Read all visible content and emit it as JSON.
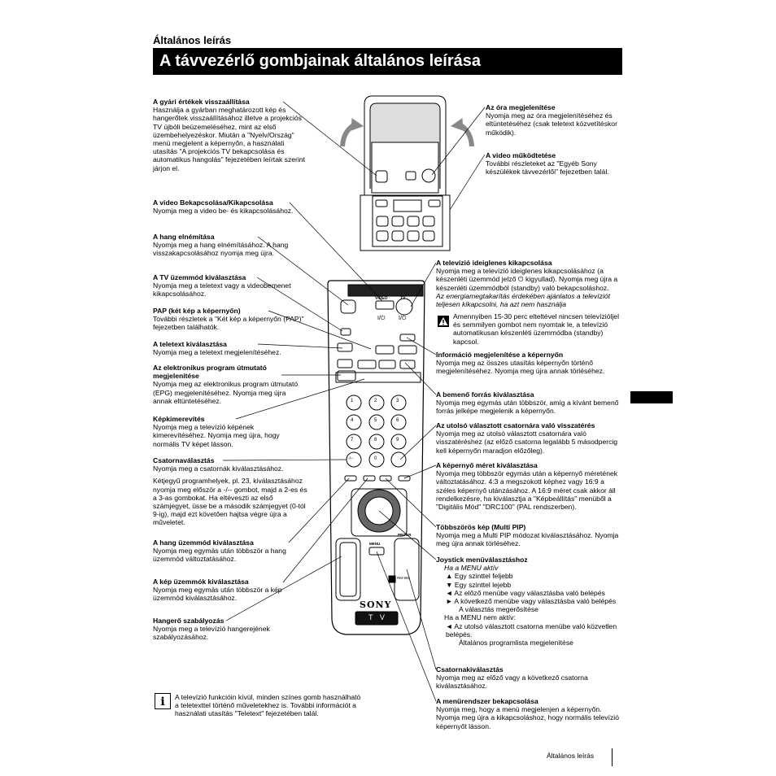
{
  "header": {
    "section": "Általános leírás",
    "banner": "A távvezérlő gombjainak általános leírása"
  },
  "left": [
    {
      "title": "A gyári értékek visszaállítása",
      "body": "Használja a gyárban meghatározott kép és hangerőtek visszaállításához illetve a projekciós TV újbóli beüzemeléséhez, mint az első üzembehelyezéskor. Miután a \"Nyelv/Ország\" menü megjelent a képernyőn, a használati utasítás \"A projekciós TV bekapcsolása és automatikus hangolás\" fejezetében leírtak szerint járjon el."
    },
    {
      "title": "A video Bekapcsolása/Kikapcsolása",
      "body": "Nyomja meg a video be- és kikapcsolásához."
    },
    {
      "title": "A hang elnémítása",
      "body": "Nyomja meg a hang elnémításához. A hang visszakapcsolásához nyomja meg újra."
    },
    {
      "title": "A TV üzemmód kiválasztása",
      "body": "Nyomja meg a teletext vagy a videobemenet kikapcsolásához."
    },
    {
      "title": "PAP (két kép a képernyőn)",
      "body": "További részletek a \"Két kép a képernyőn (PAP)\" fejezetben találhatók."
    },
    {
      "title": "A teletext kiválasztása",
      "body": "Nyomja meg a teletext megjelenítéséhez."
    },
    {
      "title": "Az elektronikus program útmutató megjelenítése",
      "body": "Nyomja meg az elektronikus program útmutató (EPG) megjelenítéséhez. Nyomja meg újra annak eltüntetéséhez."
    },
    {
      "title": "Képkimerevítés",
      "body": "Nyomja meg a televízió képének kimerevítéséhez. Nyomja meg újra, hogy normális TV képet lásson."
    },
    {
      "title": "Csatornaválasztás",
      "body": "Nyomja meg a csatornák kiválasztásához.",
      "body2": "Kétjegyű programhelyek, pl. 23, kiválasztásához nyomja meg először a -/-- gombot, majd a 2-es és a 3-as gombokat. Ha eltéveszti az első számjegyet, üsse be a második számjegyet (0-tól 9-ig), majd ezt követően hajtsa végre újra a műveletet."
    },
    {
      "title": "A hang üzemmód kiválasztása",
      "body": "Nyomja meg egymás után többször a hang üzemmód változtatásához."
    },
    {
      "title": "A kép üzemmók kiválasztása",
      "body": "Nyomja meg egymás után többször a kép üzemmód kiválasztásához."
    },
    {
      "title": "Hangerő szabályozás",
      "body": "Nyomja meg a televízió hangerejének szabályozásához."
    }
  ],
  "right_top": [
    {
      "title": "Az óra megjelenítése",
      "body": "Nyomja meg az óra megjelenítéséhez és eltüntetéséhez (csak teletext közvetítéskor működik)."
    },
    {
      "title": "A video működtetése",
      "body": "További részleteket az \"Egyéb Sony készülékek távvezérlői\" fejezetben talál."
    }
  ],
  "standby": {
    "title": "A televízió ideiglenes kikapcsolása",
    "body": "Nyomja meg a televízió ideiglenes kikapcsolásához (a készenléti üzemmód jelző ⏻ kigyullad). Nyomja meg újra a készenléti üzemmódból (standby) való bekapcsoláshoz.",
    "italic": "Az energiamegtakarítás érdekében ajánlatos a televíziót teljesen kikapcsolni, ha azt nem használja",
    "warning": "Amennyiben 15-30 perc elteltével nincsen televízióljel és semmilyen gombot nem nyomtak le, a televízió automatikusan készenléti üzemmódba (standby) kapcsol."
  },
  "right": [
    {
      "title": "Információ megjelenítése a képernyőn",
      "body": "Nyomja meg az összes utasítás képernyőn történő megjelenítéséhez. Nyomja meg újra annak törléséhez."
    },
    {
      "title": "A bemenő forrás kiválasztása",
      "body": "Nyomja meg egymás után többször, amíg a kívánt bemenő forrás jelképe megjelenik a képernyőn."
    },
    {
      "title": "Az utolsó választott csatornára való visszatérés",
      "body": "Nyomja meg az utolsó választott csatornára való visszatéréshez (az előző csatorna legalább 5 másodpercig kell képernyőn maradjon előzőleg)."
    },
    {
      "title": "A képernyő méret kiválasztása",
      "body": "Nyomja meg többször egymás után a képernyő méretének változtatásához. 4:3 a megszokott képhez vagy 16:9 a széles képernyő utánzásához. A 16:9 méret csak akkor áll rendelkezésre, ha kiválasztja a \"Képbeállítás\" menüből a \"Digitális Mód\" \"DRC100\" (PAL rendszerben)."
    },
    {
      "title": "Többszörös kép (Multi PIP)",
      "body": "Nyomja meg a Multi PIP módozat kiválasztásához. Nyomja meg újra annak törléséhez."
    }
  ],
  "joystick": {
    "title": "Joystick menüválasztáshoz",
    "active": "Ha a MENU aktív",
    "items": [
      "▲  Egy szinttel feljebb",
      "▼  Egy szinttel lejebb",
      "◄  Az előző menübe vagy választásba való belépés",
      "►  A következő menübe vagy választásba való belépés",
      "A választás megerősítése"
    ],
    "inactive": "Ha a MENU nem aktív:",
    "items2": [
      "◄  Az utolsó választott csatorna menübe való közvetlen belépés.",
      "Általános programlista megjelenítése"
    ]
  },
  "right_bottom": [
    {
      "title": "Csatornakiválasztás",
      "body": "Nyomja meg az előző vagy a következő csatorna kiválasztásához."
    },
    {
      "title": "A menürendszer bekapcsolása",
      "body": "Nyomja meg, hogy a menü megjelenjen a képernyőn. Nyomja meg újra a kikapcsoláshoz, hogy normális televízió képernyőt lásson."
    }
  ],
  "info_note": "A televízió funkcióin kívül, minden színes gomb használható a teletexttel történő műveletekhez is. További információt a használati utasítás \"Teletext\" fejezetében talál.",
  "remote": {
    "video": "VIDEO",
    "tv": "TV",
    "power": "I/⏻",
    "menu": "MENU",
    "progr": "PROGR",
    "brand": "SONY",
    "model": "RM-892",
    "tv_label": "T V",
    "digits": [
      "1",
      "2",
      "3",
      "4",
      "5",
      "6",
      "7",
      "8",
      "9",
      "-/--",
      "0"
    ]
  },
  "footer": "Általános leírás"
}
